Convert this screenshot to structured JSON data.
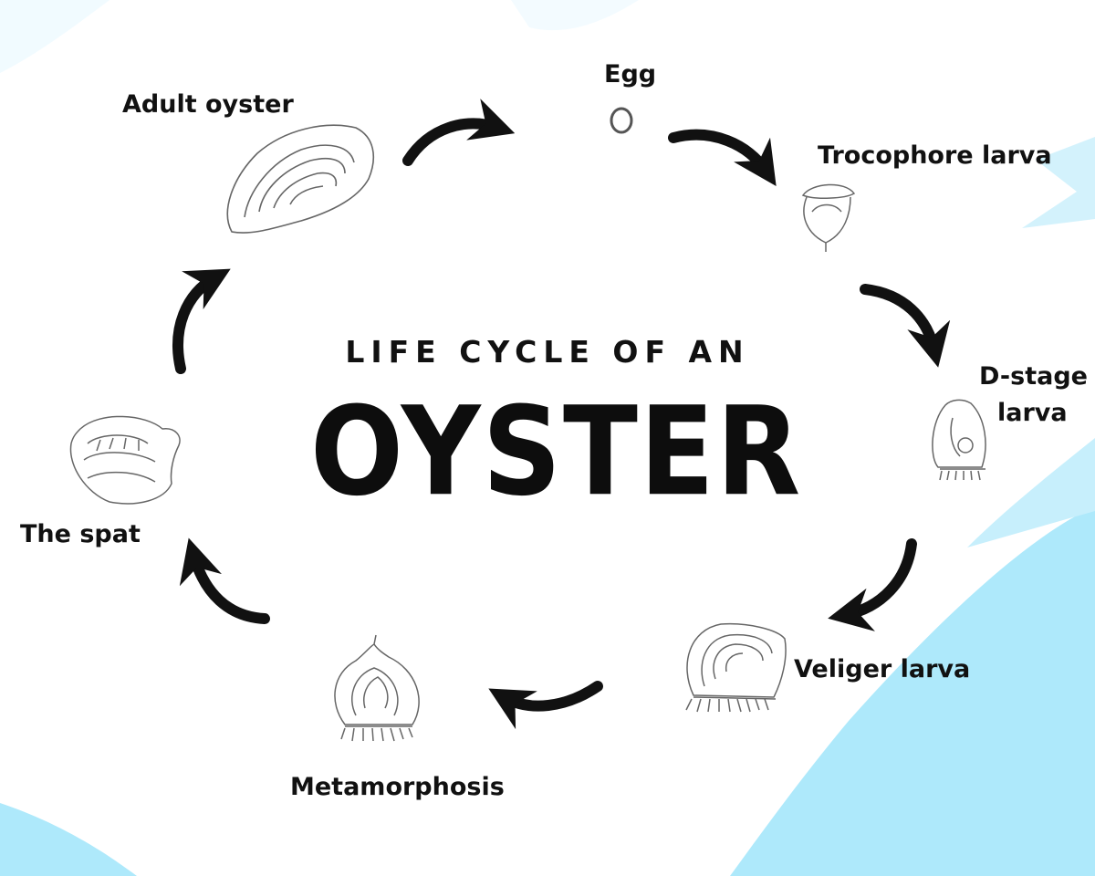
{
  "diagram": {
    "title_small": "LIFE CYCLE OF AN",
    "title_main": "OYSTER",
    "stages": {
      "egg": "Egg",
      "trocophore": "Trocophore larva",
      "dstage_line1": "D-stage",
      "dstage_line2": "larva",
      "veliger": "Veliger larva",
      "metamorphosis": "Metamorphosis",
      "spat": "The spat",
      "adult": "Adult oyster"
    },
    "icons": [
      "egg-icon",
      "trocophore-larva-icon",
      "d-stage-larva-icon",
      "veliger-larva-icon",
      "metamorphosis-icon",
      "spat-icon",
      "adult-oyster-icon",
      "cycle-arrow-icon"
    ],
    "colors": {
      "background": "#ffffff",
      "water_blue": "#aee9fb",
      "ink": "#111111",
      "line_art": "#666666"
    }
  }
}
